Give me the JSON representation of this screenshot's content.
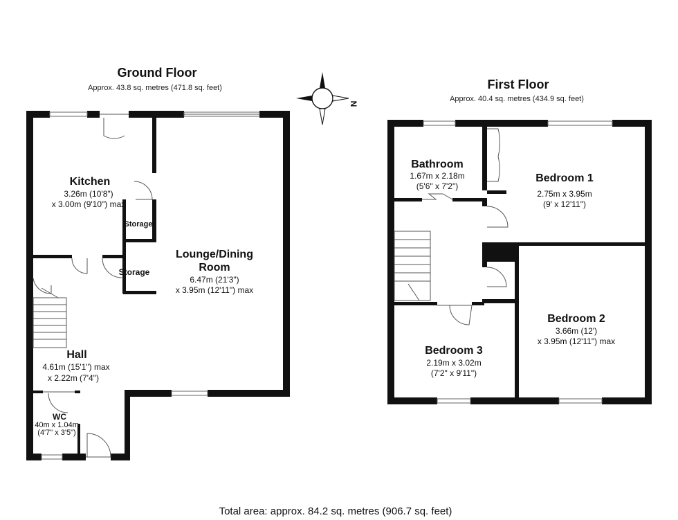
{
  "ground_floor": {
    "title": "Ground Floor",
    "area": "Approx. 43.8 sq. metres (471.8 sq. feet)",
    "rooms": {
      "kitchen": {
        "name": "Kitchen",
        "dim1": "3.26m (10'8\")",
        "dim2": "x 3.00m (9'10\") max"
      },
      "storage_upper": {
        "name": "Storage"
      },
      "storage_lower": {
        "name": "Storage"
      },
      "lounge": {
        "name1": "Lounge/Dining",
        "name2": "Room",
        "dim1": "6.47m (21'3\")",
        "dim2": "x 3.95m (12'11\") max"
      },
      "hall": {
        "name": "Hall",
        "dim1": "4.61m (15'1\") max",
        "dim2": "x 2.22m (7'4\")"
      },
      "wc": {
        "name": "WC",
        "dim1": "40m x 1.04m",
        "dim2": "(4'7\" x 3'5\")"
      }
    }
  },
  "first_floor": {
    "title": "First Floor",
    "area": "Approx. 40.4 sq. metres (434.9 sq. feet)",
    "rooms": {
      "bathroom": {
        "name": "Bathroom",
        "dim1": "1.67m x 2.18m",
        "dim2": "(5'6\" x 7'2\")"
      },
      "bedroom1": {
        "name": "Bedroom 1",
        "dim1": "2.75m x 3.95m",
        "dim2": "(9' x 12'11\")"
      },
      "bedroom2": {
        "name": "Bedroom 2",
        "dim1": "3.66m (12')",
        "dim2": "x 3.95m (12'11\") max"
      },
      "bedroom3": {
        "name": "Bedroom 3",
        "dim1": "2.19m x 3.02m",
        "dim2": "(7'2\" x 9'11\")"
      }
    }
  },
  "compass": {
    "label": "N",
    "icon": "compass-icon"
  },
  "total_area": "Total area: approx. 84.2 sq. metres (906.7 sq. feet)"
}
